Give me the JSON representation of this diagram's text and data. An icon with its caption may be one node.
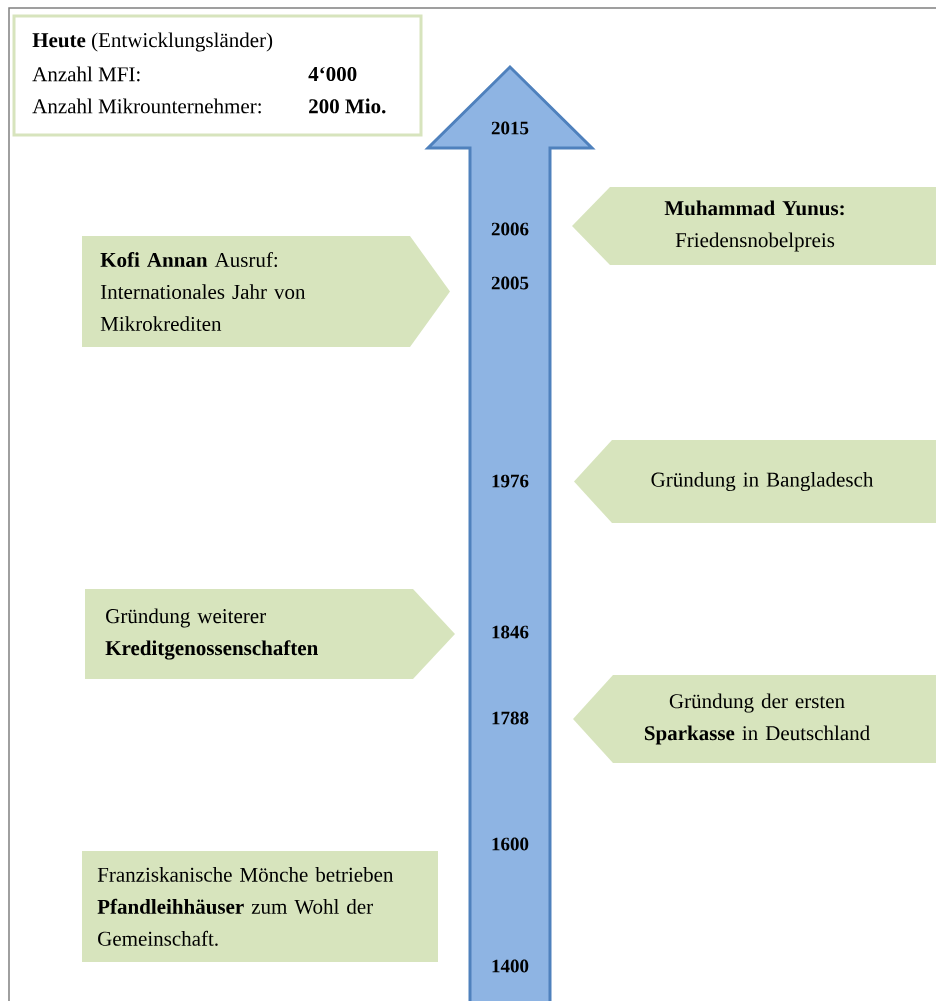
{
  "diagram": {
    "nodes": [
      {
        "text": [
          "**Heute** (Entwicklungsländer)",
          "Anzahl MFI:",
          "4‘000",
          "Anzahl Mikrounternehmer:",
          "200 Mio."
        ]
      },
      {
        "text": [
          "2015",
          "2006",
          "2005",
          "1976",
          "1846",
          "1788",
          "1600",
          "1400"
        ]
      },
      {
        "text": [
          "**Muhammad Yunus:** Friedensnobelpreis"
        ]
      },
      {
        "text": [
          "**Kofi Annan** Ausruf: Internationales Jahr von Mikrokrediten"
        ]
      },
      {
        "text": [
          "Gründung in Bangladesch"
        ]
      },
      {
        "text": [
          "Gründung weiterer **Kreditgenossenschaften**"
        ]
      },
      {
        "text": [
          "Gründung der ersten **Sparkasse** in Deutschland"
        ]
      },
      {
        "text": [
          "Franziskanische Mönche betrieben **Pfandleihhäuser** zum Wohl der Gemeinschaft."
        ]
      }
    ]
  }
}
